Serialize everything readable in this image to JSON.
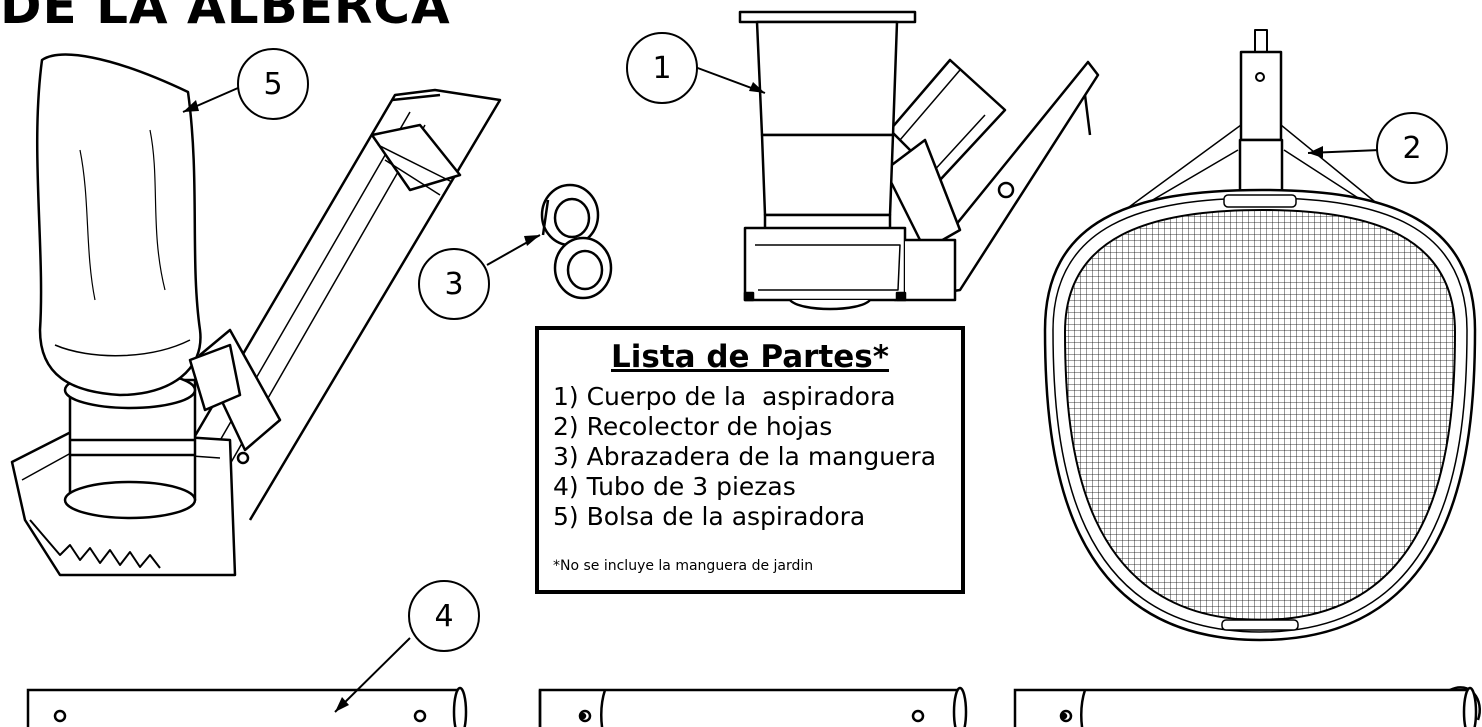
{
  "title": "DE LA ALBERCA",
  "callouts": {
    "c1": "1",
    "c2": "2",
    "c3": "3",
    "c4": "4",
    "c5": "5"
  },
  "legend": {
    "heading": "Lista de Partes*",
    "items": [
      "1) Cuerpo de la  aspiradora",
      "2) Recolector de hojas",
      "3) Abrazadera de la manguera",
      "4) Tubo de 3 piezas",
      "5) Bolsa de la aspiradora"
    ],
    "note": "*No se incluye la manguera de jardin"
  }
}
